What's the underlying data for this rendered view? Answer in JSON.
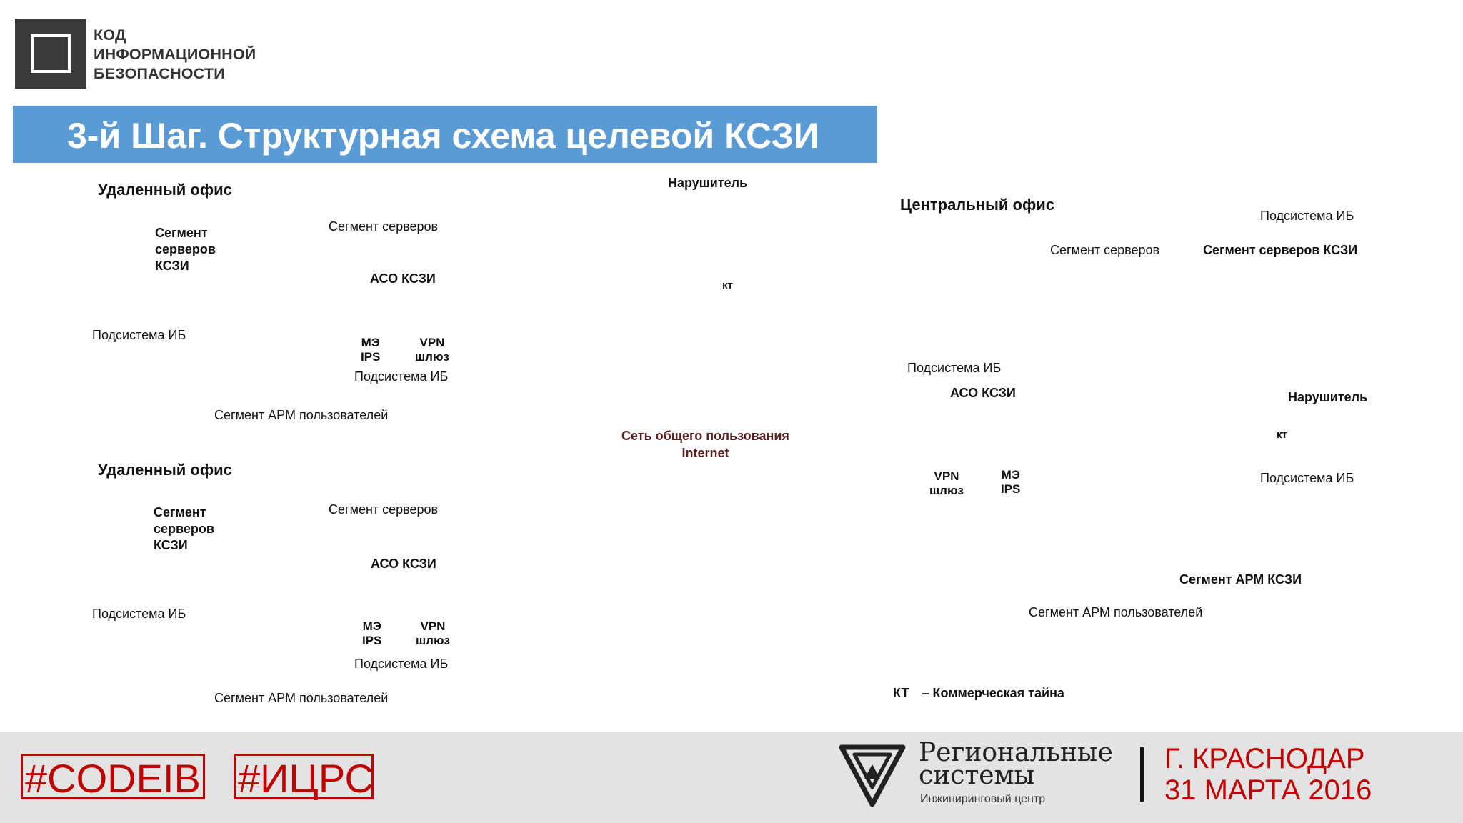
{
  "logo": {
    "lines": [
      "КОД",
      "ИНФОРМАЦИОННОЙ",
      "БЕЗОПАСНОСТИ"
    ]
  },
  "slide_title": "3-й Шаг. Структурная схема целевой КСЗИ",
  "remote_office_1": {
    "title": "Удаленный офис",
    "kszi_servers": [
      "Сегмент",
      "серверов",
      "КСЗИ"
    ],
    "servers": "Сегмент серверов",
    "aso": "АСО КСЗИ",
    "ib_subsystem_left": "Подсистема ИБ",
    "me_ips": [
      "МЭ",
      "IPS"
    ],
    "vpn": [
      "VPN",
      "шлюз"
    ],
    "ib_subsystem": "Подсистема ИБ",
    "arm": "Сегмент АРМ пользователей"
  },
  "remote_office_2": {
    "title": "Удаленный офис",
    "kszi_servers": [
      "Сегмент",
      "серверов",
      "КСЗИ"
    ],
    "servers": "Сегмент серверов",
    "aso": "АСО КСЗИ",
    "ib_subsystem_left": "Подсистема ИБ",
    "me_ips": [
      "МЭ",
      "IPS"
    ],
    "vpn": [
      "VPN",
      "шлюз"
    ],
    "ib_subsystem": "Подсистема ИБ",
    "arm": "Сегмент АРМ пользователей"
  },
  "center": {
    "intruder": "Нарушитель",
    "kt": "кт",
    "network": [
      "Сеть общего пользования",
      "Internet"
    ]
  },
  "central_office": {
    "title": "Центральный офис",
    "ib_subsystem_top": "Подсистема ИБ",
    "servers": "Сегмент серверов",
    "kszi_servers": "Сегмент серверов КСЗИ",
    "ib_subsystem_mid": "Подсистема ИБ",
    "aso": "АСО КСЗИ",
    "intruder": "Нарушитель",
    "kt": "кт",
    "vpn": [
      "VPN",
      "шлюз"
    ],
    "me_ips": [
      "МЭ",
      "IPS"
    ],
    "ib_subsystem_right": "Подсистема ИБ",
    "arm_kszi": "Сегмент АРМ КСЗИ",
    "arm": "Сегмент АРМ пользователей"
  },
  "legend": {
    "abbr": "КТ",
    "text": "– Коммерческая тайна"
  },
  "footer": {
    "tags": [
      "#CODEIB",
      "#ИЦРС"
    ],
    "company": [
      "Региональные",
      "системы"
    ],
    "company_sub": "Инжиниринговый центр",
    "city": "Г. КРАСНОДАР",
    "date": "31 МАРТА 2016",
    "colors": {
      "accent": "#c00000",
      "title_bar": "#5b9bd5"
    }
  }
}
